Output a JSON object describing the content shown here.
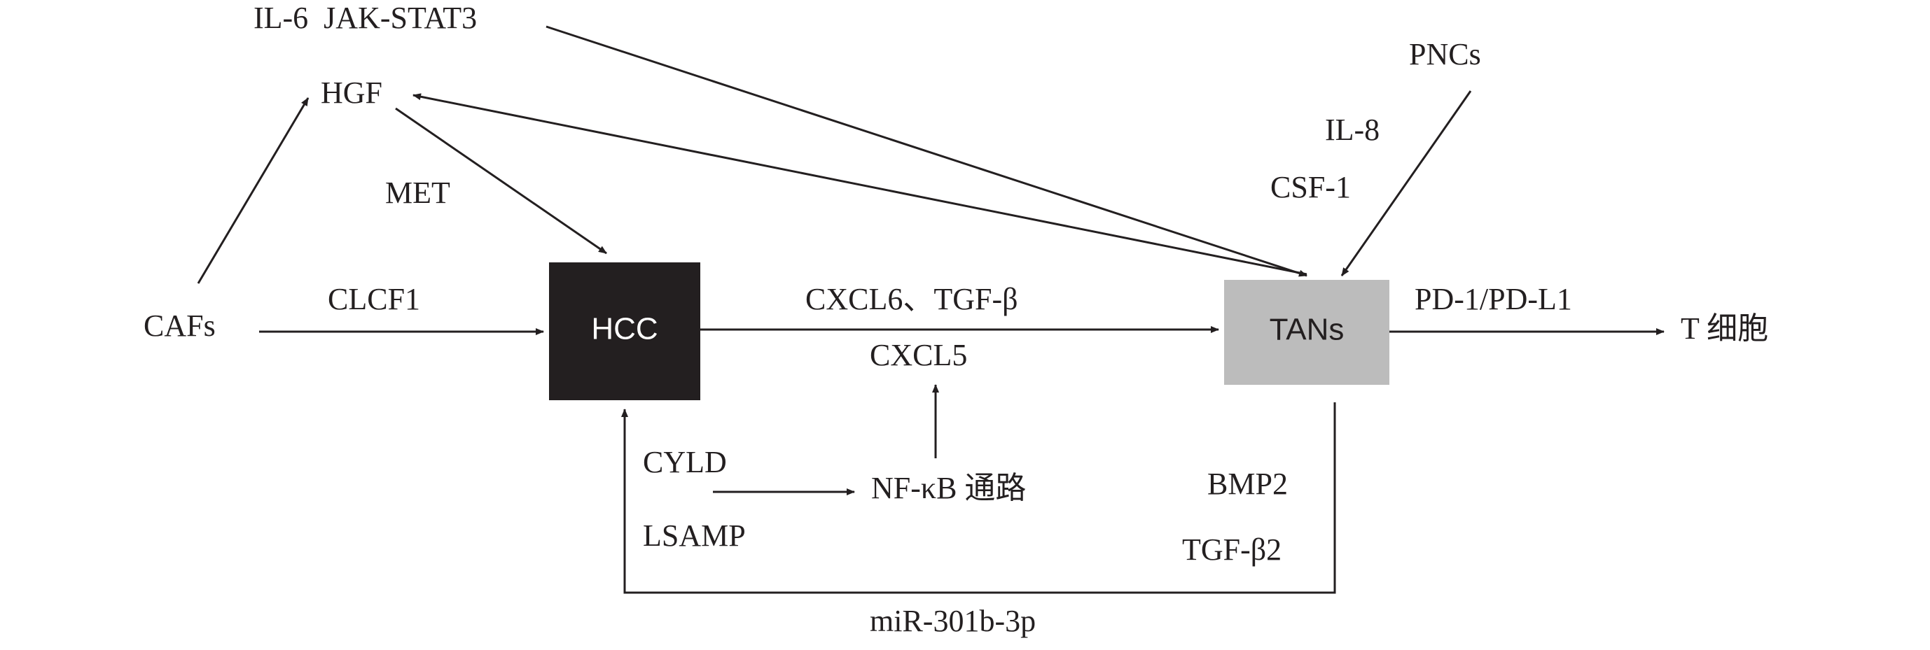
{
  "colors": {
    "line": "#231f20",
    "hcc_fill": "#231f20",
    "hcc_text": "#ffffff",
    "tans_fill": "#bcbcbc",
    "tans_text": "#231f20"
  },
  "nodes": {
    "cafs": "CAFs",
    "hgf": "HGF",
    "hcc": "HCC",
    "tans": "TANs",
    "pncs": "PNCs",
    "t_cell": "T 细胞",
    "nfkb": "NF-κB 通路"
  },
  "labels": {
    "il6_jak_stat3": "IL-6  JAK-STAT3",
    "met": "MET",
    "clcf1": "CLCF1",
    "cxcl6_tgfb": "CXCL6、TGF-β",
    "cxcl5": "CXCL5",
    "il8": "IL-8",
    "csf1": "CSF-1",
    "pd1_pdl1": "PD-1/PD-L1",
    "cyld": "CYLD",
    "lsamp": "LSAMP",
    "bmp2": "BMP2",
    "tgf_b2": "TGF-β2",
    "mir": "miR-301b-3p"
  }
}
